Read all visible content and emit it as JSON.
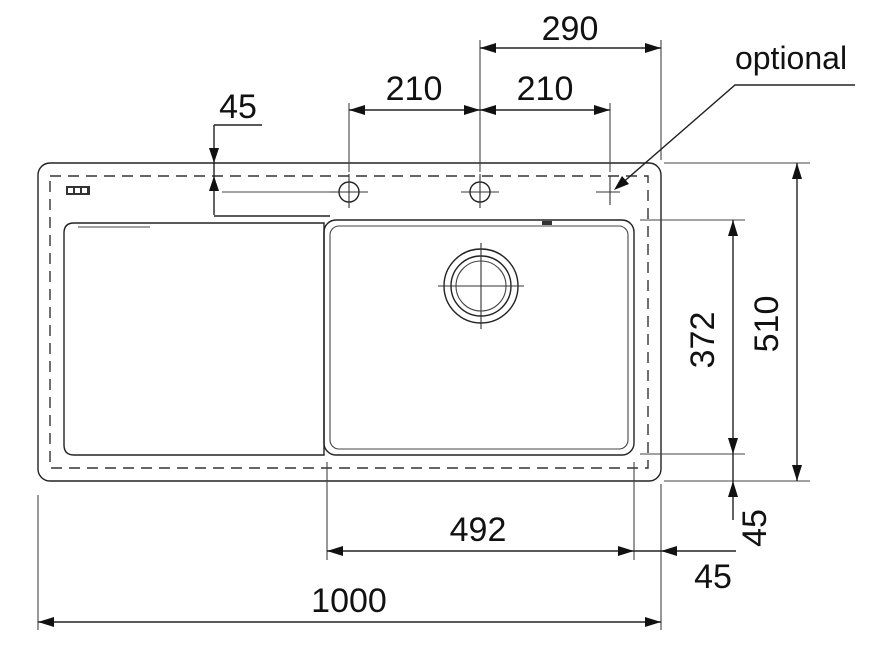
{
  "drawing": {
    "optional_label": "optional",
    "dims": {
      "tap_offset_top": "45",
      "hole_spacing_a": "210",
      "hole_spacing_b": "210",
      "right_hole_offset": "290",
      "bowl_depth": "372",
      "overall_depth": "510",
      "bowl_bottom_margin": "45",
      "bowl_width": "492",
      "bowl_right_margin": "45",
      "overall_width": "1000"
    }
  }
}
